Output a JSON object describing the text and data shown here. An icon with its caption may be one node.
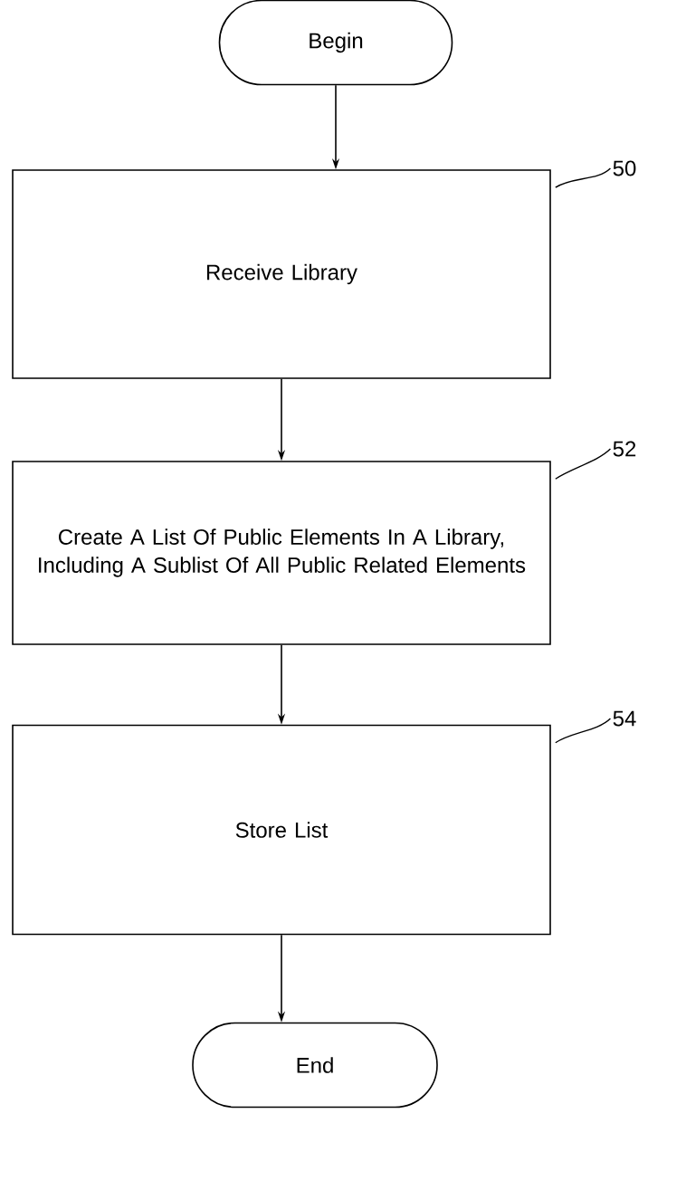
{
  "diagram": {
    "nodes": [
      {
        "text": [
          "Begin"
        ]
      },
      {
        "text": [
          "Receive Library"
        ]
      },
      {
        "text": [
          "Create A List Of Public Elements In A Library, Including A Sublist Of All Public Related Elements"
        ]
      },
      {
        "text": [
          "Store List"
        ]
      },
      {
        "text": [
          "End"
        ]
      },
      {
        "text": [
          "50"
        ]
      },
      {
        "text": [
          "52"
        ]
      },
      {
        "text": [
          "54"
        ]
      }
    ],
    "edges": [
      {
        "from": 0,
        "to": 1,
        "arrow": "to"
      },
      {
        "from": 1,
        "to": 2,
        "arrow": "to"
      },
      {
        "from": 2,
        "to": 3,
        "arrow": "to"
      },
      {
        "from": 3,
        "to": 4,
        "arrow": "to"
      },
      {
        "from": 5,
        "to": 1,
        "arrow": "none"
      },
      {
        "from": 6,
        "to": 2,
        "arrow": "none"
      },
      {
        "from": 7,
        "to": 3,
        "arrow": "none"
      }
    ]
  }
}
